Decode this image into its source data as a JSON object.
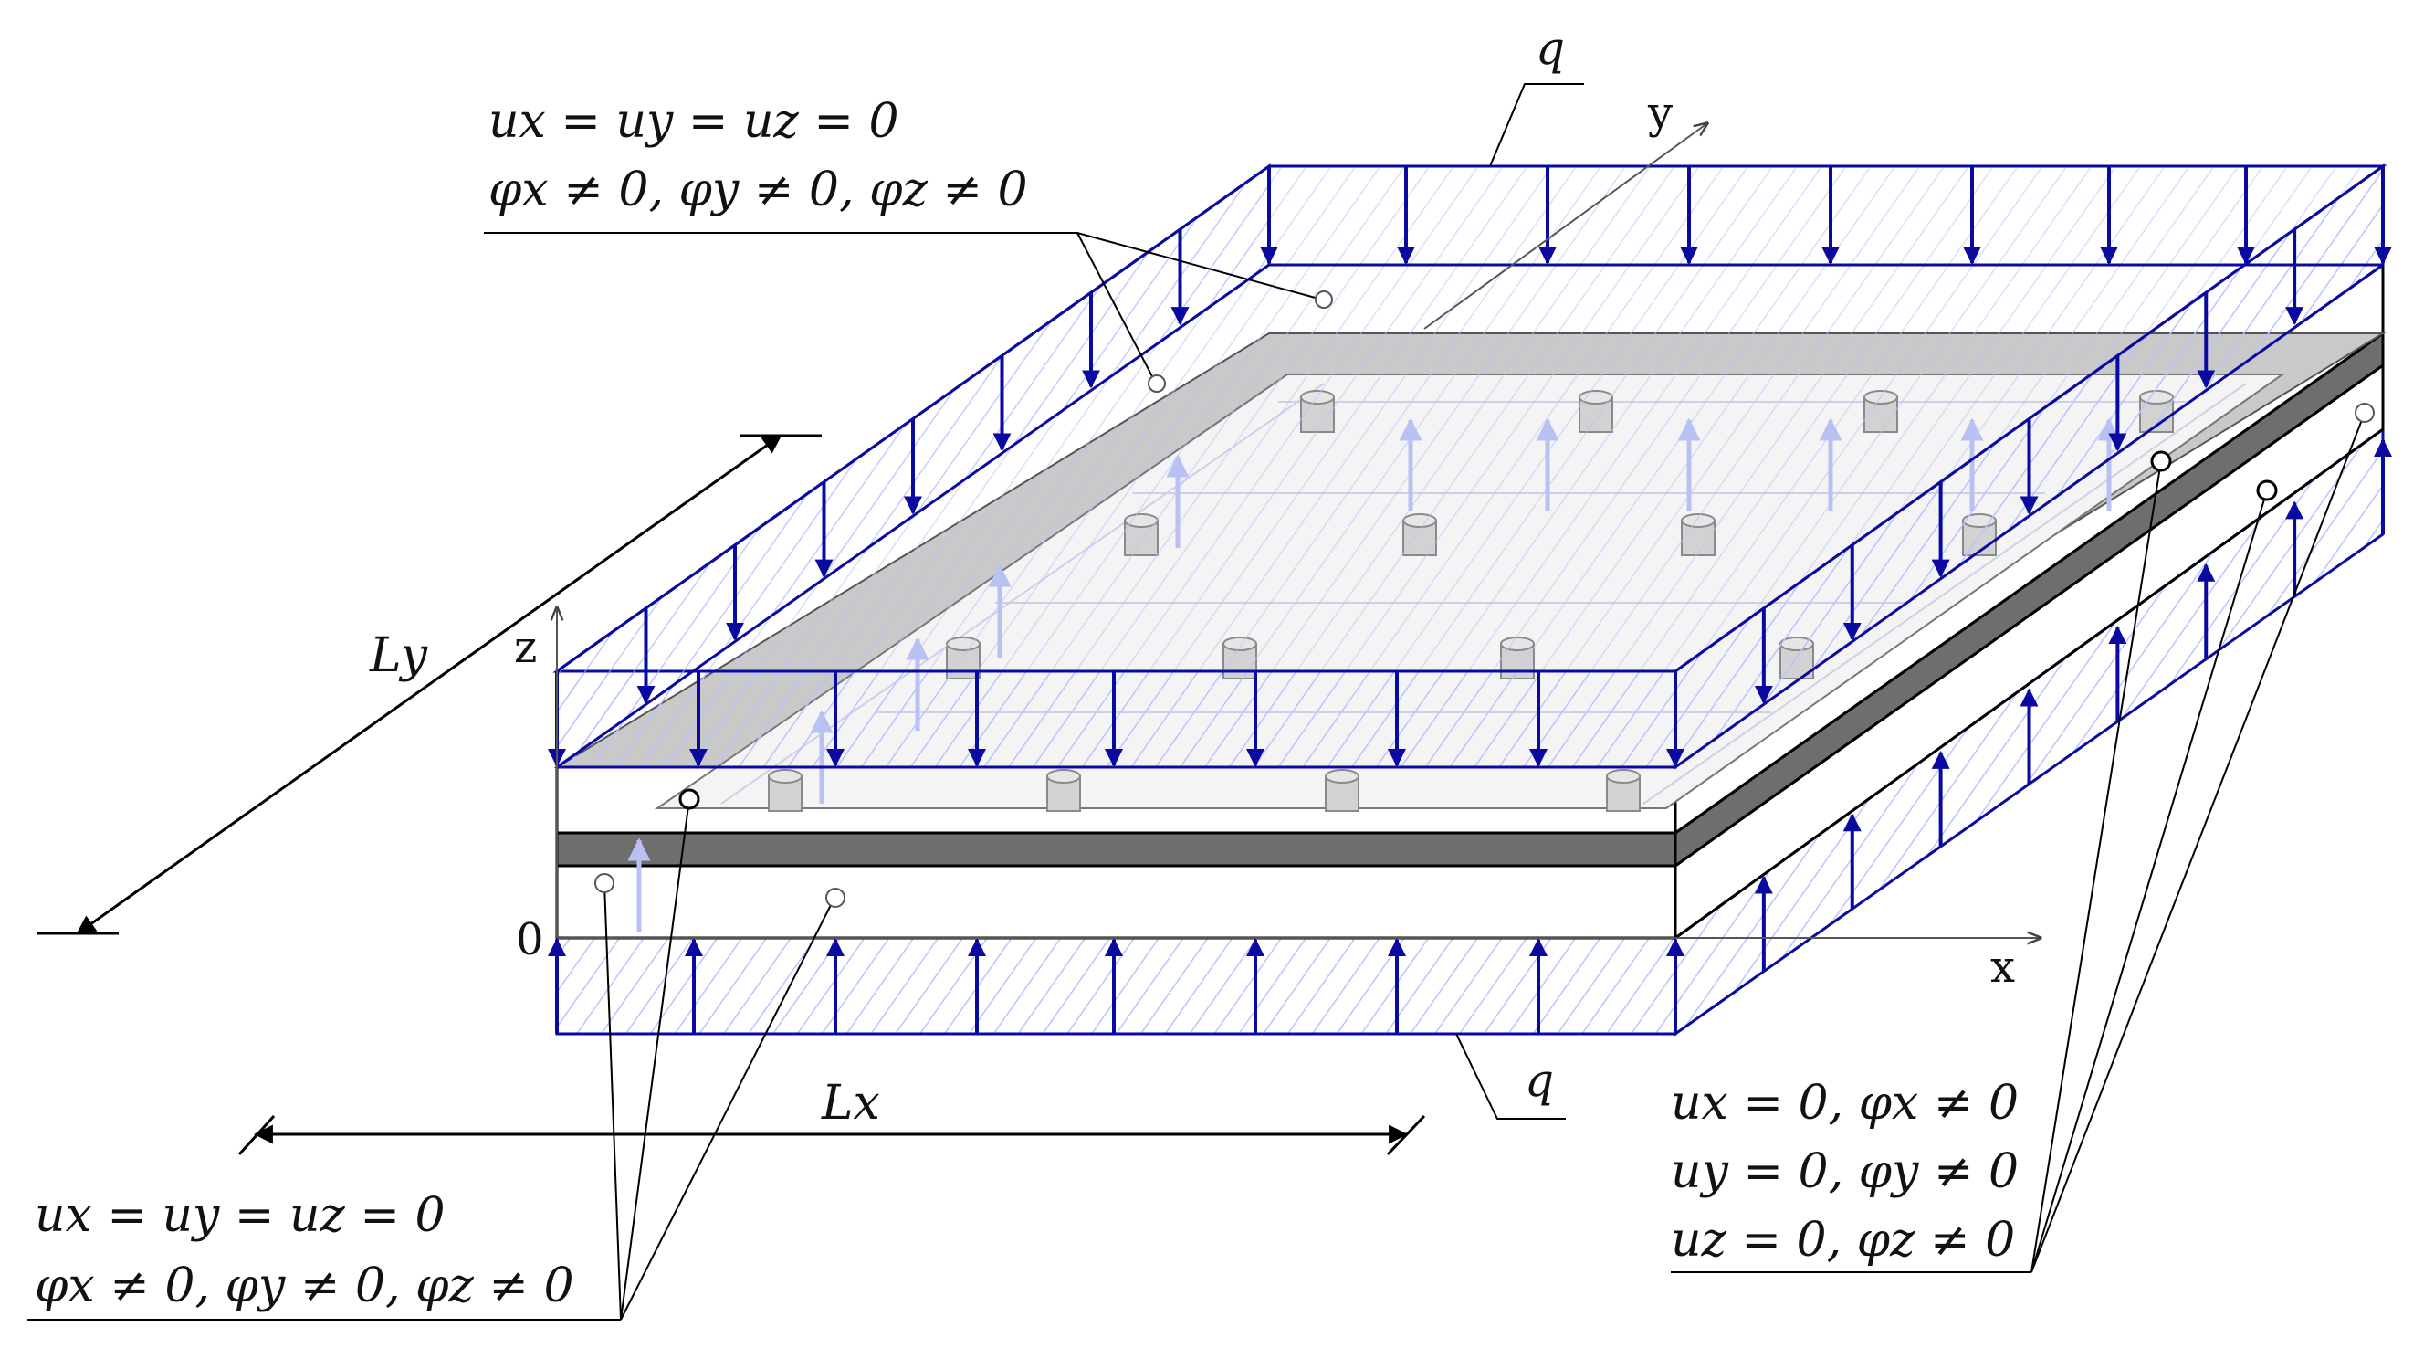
{
  "diagram": {
    "load_top_label": "q",
    "load_bottom_label": "q",
    "axis_x_label": "x",
    "axis_y_label": "y",
    "axis_z_label": "z",
    "origin_label": "0",
    "dim_x_label": "Lx",
    "dim_y_label": "Ly",
    "bc_top_left": {
      "line1": "ux = uy = uz = 0",
      "line2": "φx ≠ 0, φy ≠ 0, φz ≠ 0"
    },
    "bc_bottom_left": {
      "line1": "ux = uy = uz = 0",
      "line2": "φx ≠ 0, φy ≠ 0, φz ≠ 0"
    },
    "bc_bottom_right": {
      "line1": "ux = 0, φx ≠ 0",
      "line2": "uy = 0, φy ≠ 0",
      "line3": "uz = 0, φz ≠ 0"
    },
    "colors": {
      "load": "#0a0aa0",
      "hatch": "#b8c4ff",
      "plate_dark": "#6e6e6e",
      "plate_light": "#bcbcbc",
      "line": "#000000"
    }
  }
}
